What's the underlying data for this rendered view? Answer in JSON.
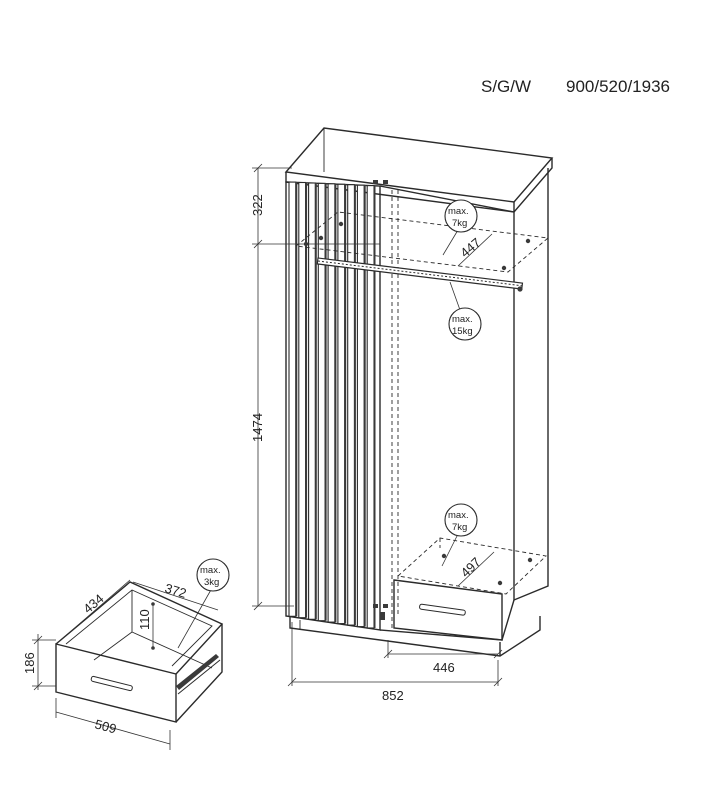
{
  "header": {
    "code": "S/G/W",
    "size": "900/520/1936"
  },
  "dimensions": {
    "top_height": "322",
    "body_height": "1474",
    "width_total": "852",
    "width_half": "446",
    "shelf_depth_top": "447",
    "shelf_depth_bottom": "497",
    "drawer_height": "186",
    "drawer_width": "509",
    "drawer_depth": "434",
    "drawer_inner_width": "372",
    "drawer_inner_height": "110"
  },
  "loads": {
    "top_shelf": {
      "line1": "max.",
      "line2": "7kg"
    },
    "rail": {
      "line1": "max.",
      "line2": "15kg"
    },
    "bottom_shelf": {
      "line1": "max.",
      "line2": "7kg"
    },
    "drawer": {
      "line1": "max.",
      "line2": "3kg"
    }
  }
}
